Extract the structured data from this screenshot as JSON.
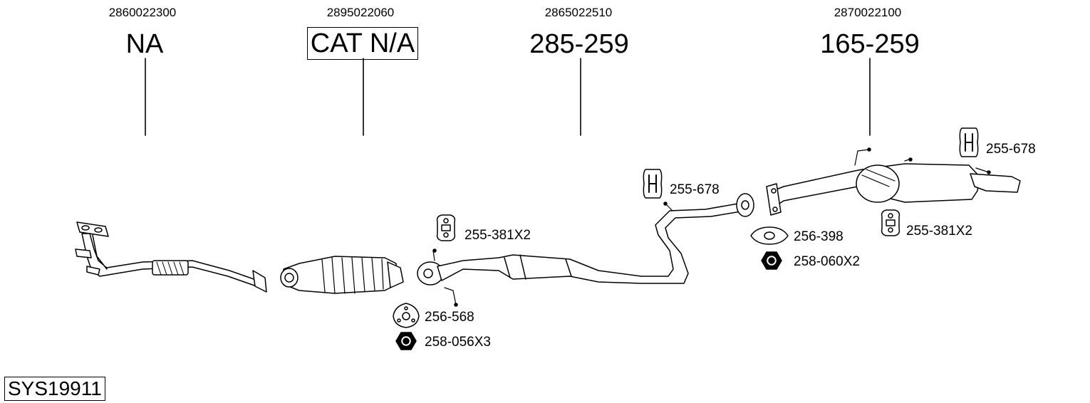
{
  "system_code": "SYS19911",
  "columns": [
    {
      "oem": "2860022300",
      "part": "NA",
      "boxed": false
    },
    {
      "oem": "2895022060",
      "part": "CAT N/A",
      "boxed": true
    },
    {
      "oem": "2865022510",
      "part": "285-259",
      "boxed": false
    },
    {
      "oem": "2870022100",
      "part": "165-259",
      "boxed": false
    }
  ],
  "hardware": [
    {
      "id": "255-381X2",
      "icon": "rubber-mount-icon"
    },
    {
      "id": "256-568",
      "icon": "gasket-icon"
    },
    {
      "id": "258-056X3",
      "icon": "nut-icon"
    },
    {
      "id": "255-678",
      "icon": "hanger-h-icon"
    },
    {
      "id": "256-398",
      "icon": "gasket-icon"
    },
    {
      "id": "258-060X2",
      "icon": "nut-icon"
    },
    {
      "id": "255-678",
      "icon": "hanger-h-icon"
    },
    {
      "id": "255-381X2",
      "icon": "rubber-mount-icon"
    }
  ]
}
